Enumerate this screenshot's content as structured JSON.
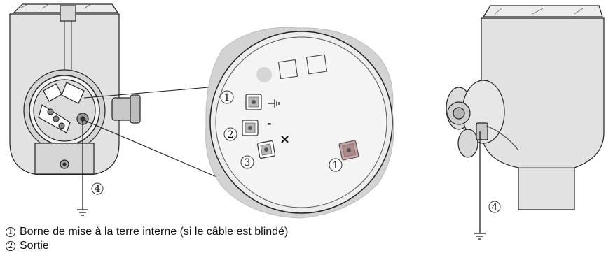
{
  "callouts": {
    "c1": "1",
    "c2": "2",
    "c3": "3",
    "c4": "4"
  },
  "symbols": {
    "minus": "-",
    "cross": "×"
  },
  "legend": [
    {
      "num": "1",
      "text": "Borne de mise à la terre interne (si le câble est blindé)"
    },
    {
      "num": "2",
      "text": "Sortie"
    }
  ],
  "icons": [
    "ground-icon",
    "terminal-screw-icon",
    "callout-circle-icon"
  ]
}
